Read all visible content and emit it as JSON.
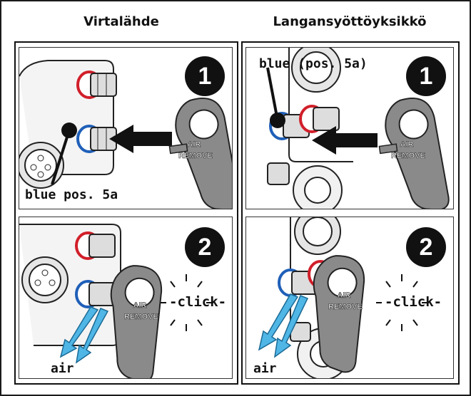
{
  "columns": {
    "left_title": "Virtalähde",
    "right_title": "Langansyöttöyksikkö"
  },
  "steps": {
    "step1": "1",
    "step2": "2"
  },
  "labels": {
    "blue_left": "blue pos. 5a",
    "blue_right": "blue (pos. 5a)",
    "air": "air",
    "click": "click"
  },
  "key_tool": {
    "line1": "AIR",
    "line2": "REMOVE"
  },
  "colors": {
    "red_ring": "#d11f2a",
    "blue_ring": "#1f5fb8",
    "air_arrow": "#4fb6e6"
  }
}
